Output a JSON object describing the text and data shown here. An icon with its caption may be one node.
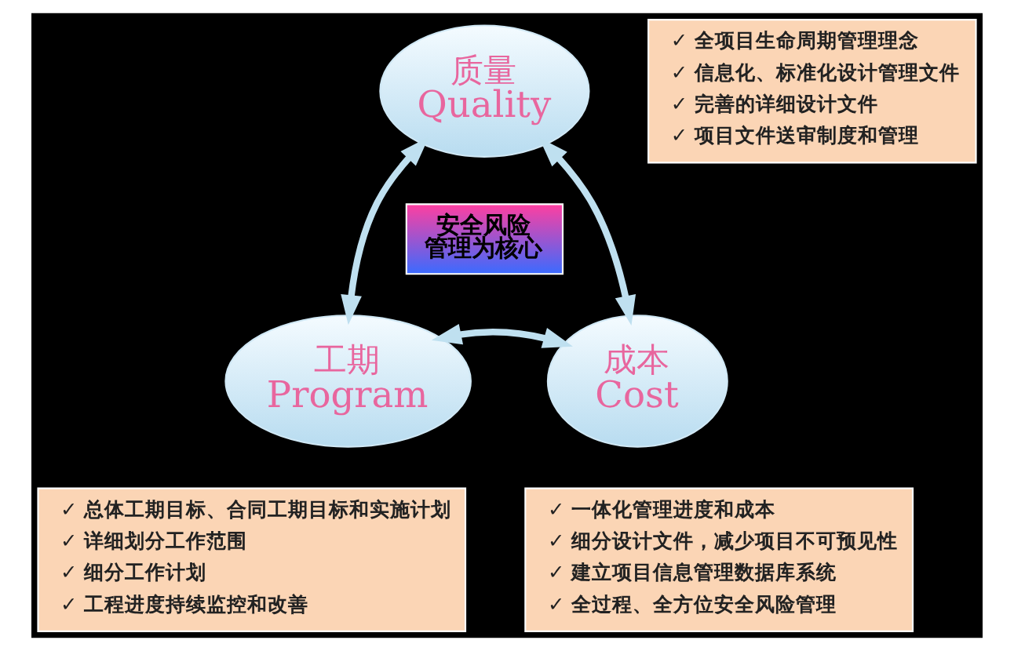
{
  "diagram": {
    "nodes": [
      {
        "text": [
          "质量",
          "Quality"
        ]
      },
      {
        "text": [
          "✓ 全项目生命周期管理理念",
          "✓ 信息化、标准化设计管理文件",
          "✓ 完善的详细设计文件",
          "✓ 项目文件送审制度和管理"
        ]
      },
      {
        "text": [
          "安全风险管理为核心"
        ]
      },
      {
        "text": [
          "工期",
          "Program"
        ]
      },
      {
        "text": [
          "成本",
          "Cost"
        ]
      },
      {
        "text": [
          "✓ 总体工期目标、合同工期目标和实施计划",
          "✓ 详细划分工作范围",
          "✓ 细分工作计划",
          "✓ 工程进度持续监控和改善"
        ]
      },
      {
        "text": [
          "✓ 一体化管理进度和成本",
          "✓ 细分设计文件，减少项目不可预见性",
          "✓ 建立项目信息管理数据库系统",
          "✓ 全过程、全方位安全风险管理"
        ]
      }
    ],
    "edges": [
      {
        "from": 0,
        "to": 3,
        "arrow": "both"
      },
      {
        "from": 0,
        "to": 4,
        "arrow": "both"
      },
      {
        "from": 3,
        "to": 4,
        "arrow": "both"
      }
    ]
  }
}
